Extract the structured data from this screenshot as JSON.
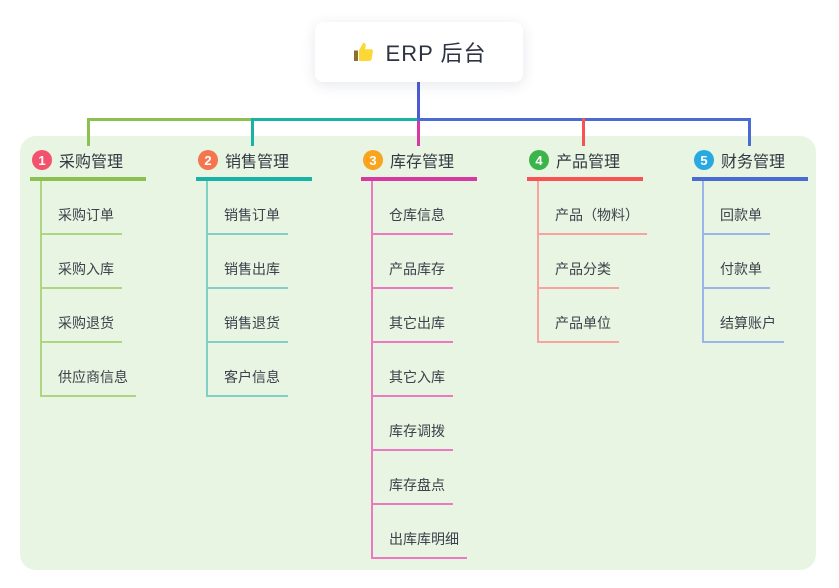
{
  "root": {
    "label": "ERP 后台",
    "icon": "thumbs-up-icon"
  },
  "canvas": {
    "background_color": "#e7f5e2",
    "root_edge_color": "#4c5bd4"
  },
  "branches": [
    {
      "index": "1",
      "label": "采购管理",
      "color": "#8cc152",
      "light_color": "#aed581",
      "badge_color": "#f4516c",
      "children": [
        "采购订单",
        "采购入库",
        "采购退货",
        "供应商信息"
      ]
    },
    {
      "index": "2",
      "label": "销售管理",
      "color": "#16b3a6",
      "light_color": "#82cfc7",
      "badge_color": "#f4764e",
      "children": [
        "销售订单",
        "销售出库",
        "销售退货",
        "客户信息"
      ]
    },
    {
      "index": "3",
      "label": "库存管理",
      "color": "#d63aa0",
      "light_color": "#ee79c3",
      "badge_color": "#f9a41f",
      "children": [
        "仓库信息",
        "产品库存",
        "其它出库",
        "其它入库",
        "库存调拨",
        "库存盘点",
        "出库库明细"
      ]
    },
    {
      "index": "4",
      "label": "产品管理",
      "color": "#fa5252",
      "light_color": "#f8a3a0",
      "badge_color": "#3bb54a",
      "children": [
        "产品（物料）",
        "产品分类",
        "产品单位"
      ]
    },
    {
      "index": "5",
      "label": "财务管理",
      "color": "#4a6ad4",
      "light_color": "#9db4e8",
      "badge_color": "#29a9e1",
      "children": [
        "回款单",
        "付款单",
        "结算账户"
      ]
    }
  ]
}
